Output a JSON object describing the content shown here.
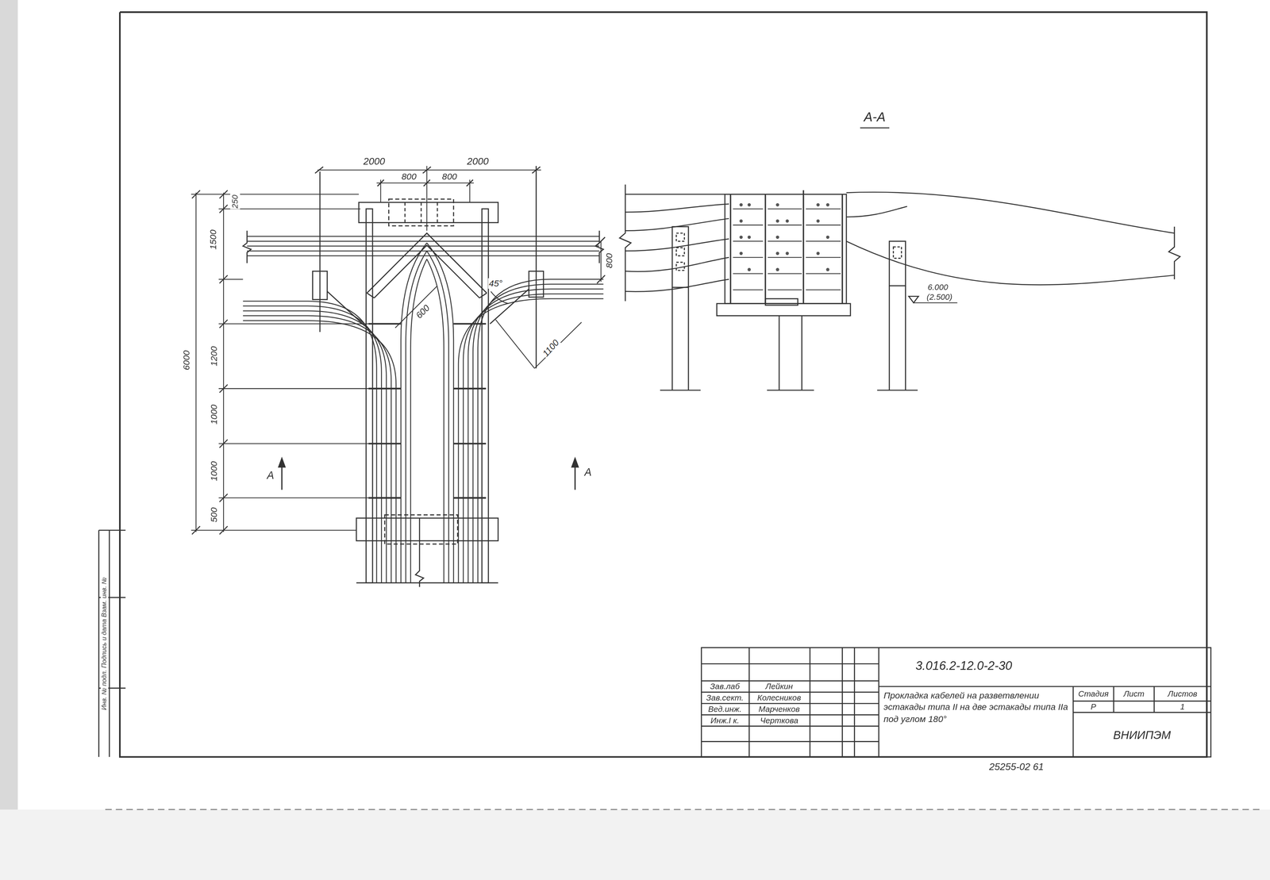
{
  "diagram": {
    "labels": [
      "А-А",
      "2000",
      "2000",
      "800",
      "800",
      "250",
      "1500",
      "800",
      "6000",
      "1200",
      "1000",
      "1000",
      "500",
      "600",
      "1100",
      "45°",
      "А",
      "А",
      "6.000",
      "(2.500)",
      "3.016.2-12.0-2-30",
      "Зав.лаб",
      "Лейкин",
      "Зав.сект.",
      "Колесников",
      "Вед.инж.",
      "Марченков",
      "Инж.I к.",
      "Черткова",
      "Прокладка кабелей на разветвлении эстакады типа II на две эстакады типа IIа под углом 180°",
      "Стадия",
      "Лист",
      "Листов",
      "Р",
      "1",
      "ВНИИПЭМ",
      "25255-02 61",
      "Инв. № подл. Подпись и дата Взам. инв. №"
    ]
  }
}
